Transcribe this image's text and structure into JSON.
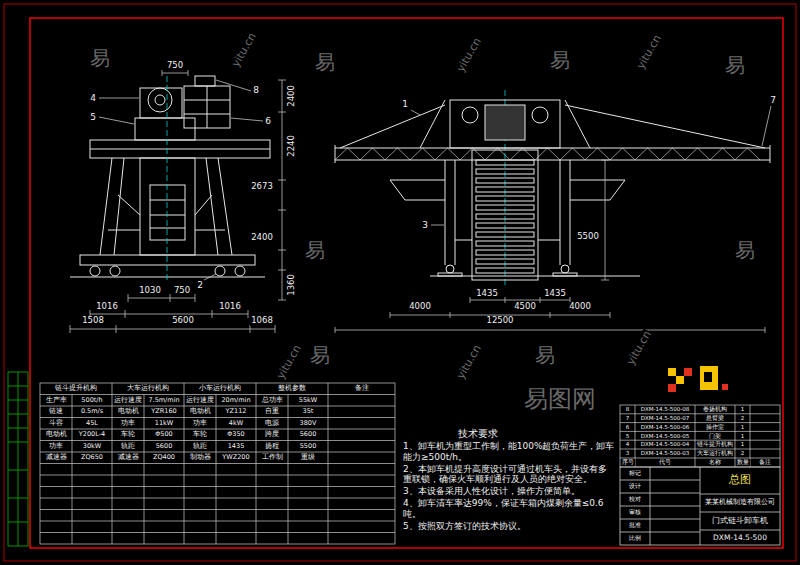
{
  "diagram": {
    "labels": [
      "4",
      "5",
      "8",
      "6",
      "2",
      "750",
      "2400",
      "2240",
      "2673",
      "2400",
      "1360",
      "1030",
      "750",
      "1016",
      "1016",
      "1508",
      "5600",
      "1068",
      "1",
      "3",
      "7",
      "5500",
      "1435",
      "1435",
      "4000",
      "4500",
      "4000",
      "12500",
      "技术要求",
      "1、卸车机为重型工作制，能100%超负荷生产，卸车能力≥500t/h。",
      "2、本卸车机提升高度设计可通过机车头，并设有多重联锁，确保火车顺利通行及人员的绝对安全。",
      "3、本设备采用人性化设计，操作方便简单。",
      "4、卸车清车率达99%，保证车箱内煤剩余量≤0.6吨。",
      "5、按照双方签订的技术协议。",
      "易",
      "易",
      "易",
      "易",
      "易",
      "易",
      "易",
      "易",
      "yitu.cn",
      "yitu.cn",
      "yitu.cn",
      "yitu.cn",
      "yitu.cn",
      "yitu.cn",
      "易图网",
      "链斗提升机构",
      "大车运行机构",
      "小车运行机构",
      "整机参数",
      "备注",
      "生产率",
      "500t/h",
      "运行速度",
      "7.5m/min",
      "运行速度",
      "20m/min",
      "总功率",
      "55kW",
      "链速",
      "0.5m/s",
      "电动机",
      "YZR160",
      "电动机",
      "YZ112",
      "自重",
      "35t",
      "斗容",
      "45L",
      "功率",
      "11kW",
      "功率",
      "4kW",
      "电源",
      "380V",
      "电动机",
      "Y200L-4",
      "车轮",
      "Φ500",
      "车轮",
      "Φ350",
      "跨度",
      "5600",
      "功率",
      "30kW",
      "轨距",
      "5600",
      "轨距",
      "1435",
      "扬程",
      "5500",
      "减速器",
      "ZQ650",
      "减速器",
      "ZQ400",
      "制动器",
      "YWZ200",
      "工作制",
      "重级",
      "8",
      "DXM-14.5-500-08",
      "卷扬机构",
      "1",
      "7",
      "DXM-14.5-500-07",
      "悬臂梁",
      "2",
      "6",
      "DXM-14.5-500-06",
      "操作室",
      "1",
      "5",
      "DXM-14.5-500-05",
      "门架",
      "1",
      "4",
      "DXM-14.5-500-04",
      "链斗提升机构",
      "1",
      "3",
      "DXM-14.5-500-03",
      "大车运行机构",
      "2",
      "序号",
      "代号",
      "名称",
      "数量",
      "备注",
      "标记",
      "设计",
      "校对",
      "审核",
      "批准",
      "比例",
      "总图",
      "某某机械制造有限公司",
      "门式链斗卸车机",
      "DXM-14.5-500"
    ]
  }
}
